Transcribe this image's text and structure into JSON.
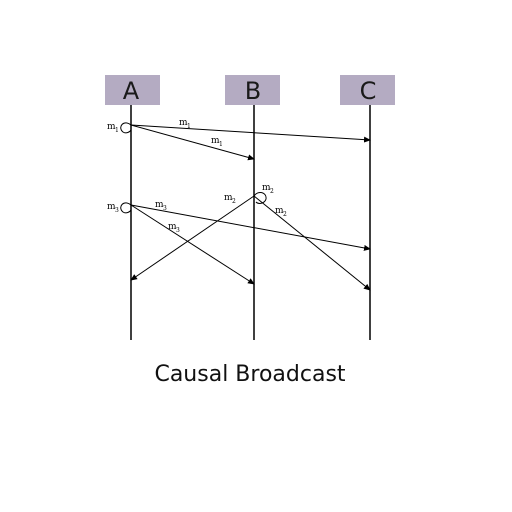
{
  "processes": [
    {
      "id": "A",
      "label": "A"
    },
    {
      "id": "B",
      "label": "B"
    },
    {
      "id": "C",
      "label": "C"
    }
  ],
  "process_box_color": "#b4abc2",
  "line_color": "#000000",
  "caption": "Causal Broadcast",
  "messages": [
    {
      "label": "m",
      "sub": "1"
    },
    {
      "label": "m",
      "sub": "2"
    },
    {
      "label": "m",
      "sub": "3"
    }
  ]
}
